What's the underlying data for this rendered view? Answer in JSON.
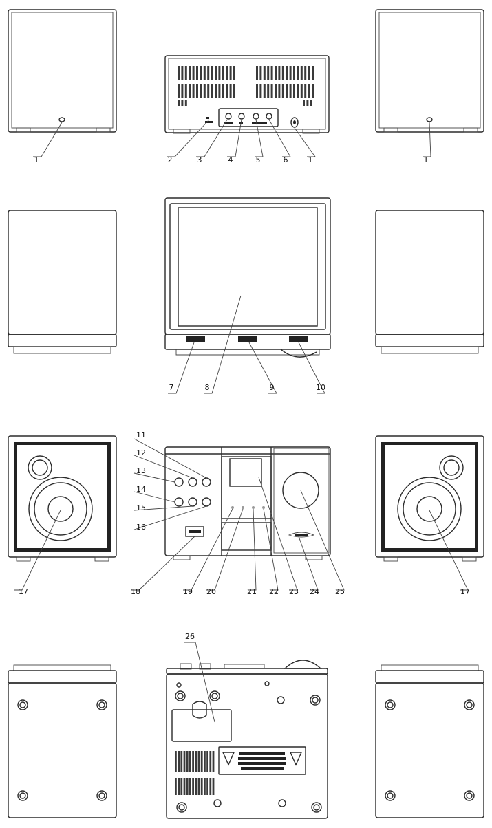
{
  "callouts": {
    "c1a": "1",
    "c2": "2",
    "c3": "3",
    "c4": "4",
    "c5": "5",
    "c6": "6",
    "c1b": "1",
    "c1c": "1",
    "c7": "7",
    "c8": "8",
    "c9": "9",
    "c10": "10",
    "c11": "11",
    "c12": "12",
    "c13": "13",
    "c14": "14",
    "c15": "15",
    "c16": "16",
    "c17a": "17",
    "c17b": "17",
    "c18": "18",
    "c19": "19",
    "c20": "20",
    "c21": "21",
    "c22": "22",
    "c23": "23",
    "c24": "24",
    "c25": "25",
    "c26": "26"
  },
  "icons": {
    "warning": "warning-triangle-icon",
    "jack": "audio-jack-icon",
    "knob": "volume-knob-icon"
  },
  "colors": {
    "line": "#2b2b2b",
    "label": "#111111",
    "background": "#ffffff"
  }
}
